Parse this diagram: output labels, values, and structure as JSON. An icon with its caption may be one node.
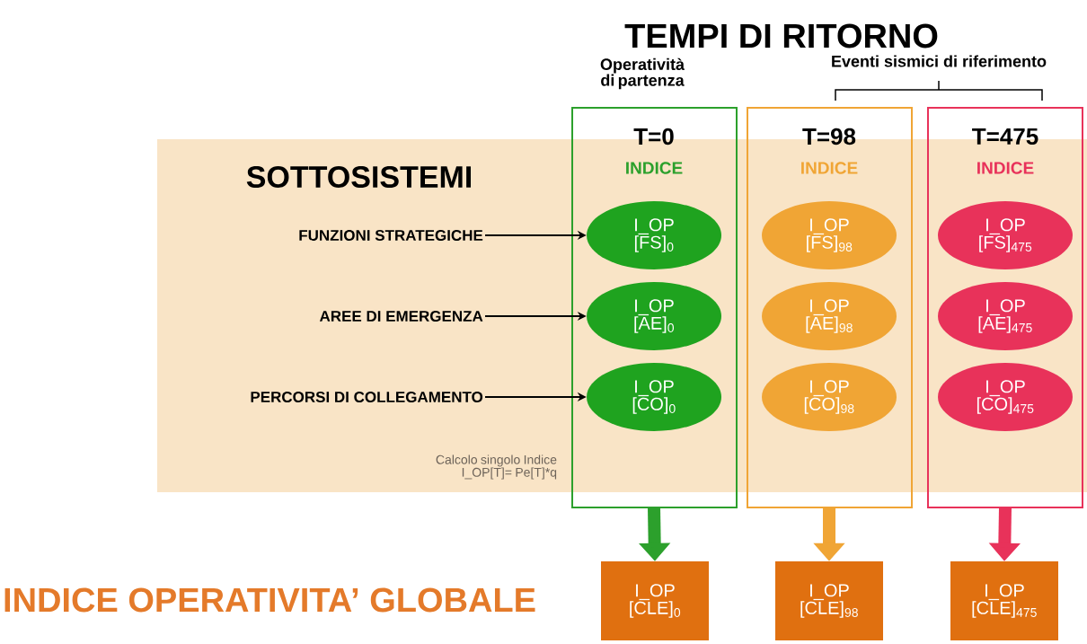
{
  "diagram": {
    "title": "TEMPI DI RITORNO",
    "nodes": [
      {
        "text": [
          "T=0",
          "INDICE"
        ],
        "beside": [
          "Operatività di partenza"
        ]
      },
      {
        "text": [
          "I_OP [FS]$_{0}$"
        ],
        "in": 0
      },
      {
        "text": [
          "I_OP [AE]$_{0}$"
        ],
        "in": 0
      },
      {
        "text": [
          "I_OP [CO]$_{0}$"
        ],
        "in": 0
      },
      {
        "text": [
          "T=98",
          "INDICE"
        ]
      },
      {
        "text": [
          "I_OP [FS]$_{98}$"
        ],
        "in": 4
      },
      {
        "text": [
          "I_OP [AE]$_{98}$"
        ],
        "in": 4
      },
      {
        "text": [
          "I_OP [CO]$_{98}$"
        ],
        "in": 4
      },
      {
        "text": [
          "T=475",
          "INDICE"
        ]
      },
      {
        "text": [
          "I_OP [FS]$_{475}$"
        ],
        "in": 8
      },
      {
        "text": [
          "I_OP [AE]$_{475}$"
        ],
        "in": 8
      },
      {
        "text": [
          "I_OP [CO]$_{475}$"
        ],
        "in": 8
      },
      {
        "text": [
          "FUNZIONI STRATEGICHE"
        ]
      },
      {
        "text": [
          "AREE DI EMERGENZA"
        ]
      },
      {
        "text": [
          "PERCORSI DI COLLEGAMENTO"
        ]
      },
      {
        "text": [
          "I_OP [CLE]$_{0}$"
        ]
      },
      {
        "text": [
          "I_OP [CLE]$_{98}$"
        ]
      },
      {
        "text": [
          "I_OP [CLE]$_{475}$"
        ]
      }
    ],
    "edges": [
      {
        "from": 12,
        "to": 1,
        "arrow": "to"
      },
      {
        "from": 13,
        "to": 2,
        "arrow": "to"
      },
      {
        "from": 14,
        "to": 3,
        "arrow": "to"
      },
      {
        "from": 0,
        "to": 15,
        "arrow": "to",
        "style": "thick",
        "color": "#2ca02c"
      },
      {
        "from": 4,
        "to": 16,
        "arrow": "to",
        "style": "thick",
        "color": "#f0a535"
      },
      {
        "from": 8,
        "to": 17,
        "arrow": "to",
        "style": "thick",
        "color": "#e8325a"
      }
    ],
    "labels": [
      "Eventi sismici di riferimento",
      "SOTTOSISTEMI",
      "Calcolo singolo Indice I_OP[T]= Pe[T]*q",
      "INDICE OPERATIVITA’ GLOBALE"
    ]
  }
}
